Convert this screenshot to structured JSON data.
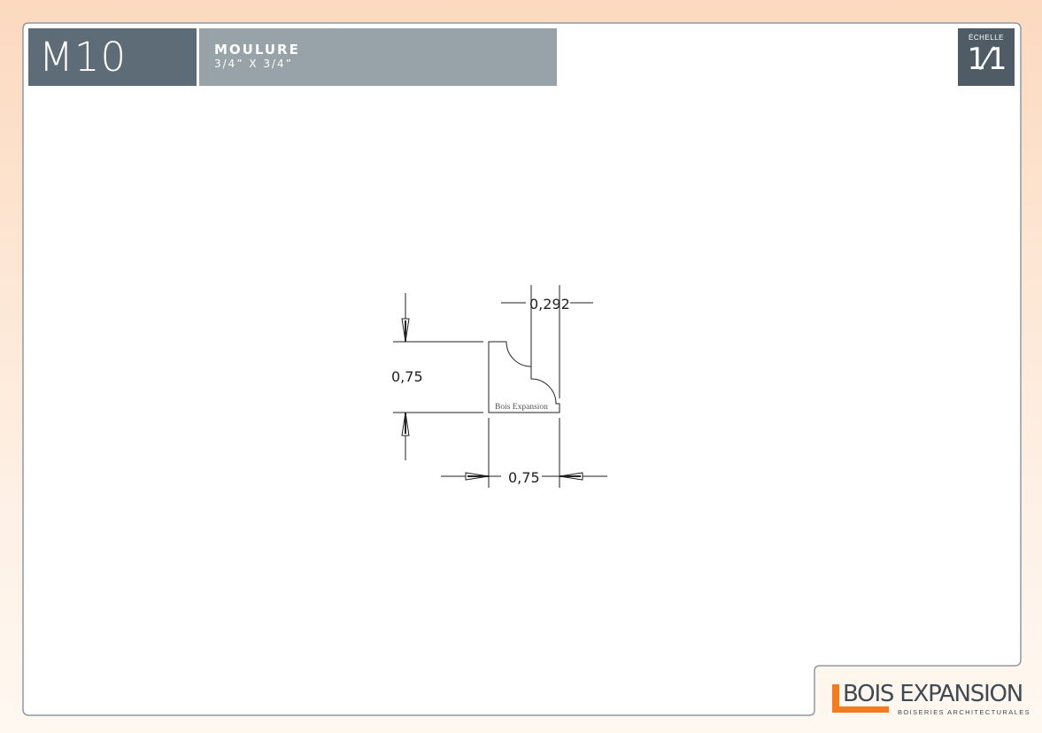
{
  "header": {
    "product_code": "M10",
    "product_type": "MOULURE",
    "product_size": "3/4” X 3/4”",
    "scale_label": "ÉCHELLE",
    "scale_value": "1⁄1"
  },
  "drawing": {
    "height_dimension": "0,75",
    "width_dimension": "0,75",
    "radius_dimension": "0,292",
    "profile_watermark": "Bois Expansion"
  },
  "logo": {
    "brand_name": "BOIS EXPANSION",
    "tagline": "BOISERIES ARCHITECTURALES",
    "accent_color": "#f47b20"
  }
}
